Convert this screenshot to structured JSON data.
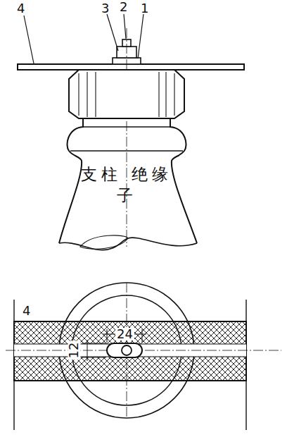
{
  "diagram": {
    "nodes": [
      {
        "text": [
          "支柱 绝缘子"
        ]
      }
    ],
    "labels": [
      "4",
      "3",
      "2",
      "1",
      "4",
      "24",
      "12"
    ]
  }
}
